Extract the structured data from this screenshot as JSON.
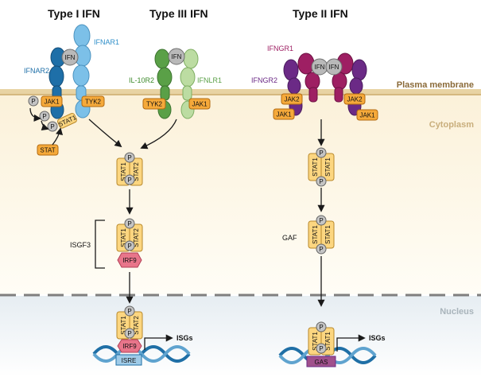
{
  "headers": {
    "type1": "Type I IFN",
    "type3": "Type III IFN",
    "type2": "Type II IFN"
  },
  "compartments": {
    "membrane": "Plasma membrane",
    "cytoplasm": "Cytoplasm",
    "nucleus": "Nucleus"
  },
  "receptors": {
    "ifnar1": "IFNAR1",
    "ifnar2": "IFNAR2",
    "il10r2": "IL-10R2",
    "ifnlr1": "IFNLR1",
    "ifngr1": "IFNGR1",
    "ifngr2": "IFNGR2"
  },
  "ligand": "IFN",
  "kinases": {
    "jak1": "JAK1",
    "jak2": "JAK2",
    "tyk2": "TYK2"
  },
  "proteins": {
    "stat": "STAT",
    "stat1": "STAT1",
    "stat2": "STAT2",
    "irf9": "IRF9"
  },
  "phospho": "P",
  "complexes": {
    "isgf3": "ISGF3",
    "gaf": "GAF"
  },
  "elements": {
    "isre": "ISRE",
    "gas": "GAS"
  },
  "output": "ISGs",
  "colors": {
    "ifnar1": "#7cc0e8",
    "ifnar2": "#1e6fa8",
    "il10r2": "#5aa047",
    "ifnlr1": "#bcdca2",
    "ifngr1": "#9e1f63",
    "ifngr2": "#6b2a86",
    "jak": "#f5a93a",
    "stat": "#fcd680",
    "irf9": "#e8758a",
    "ifn": "#b9b9b9",
    "membrane": "#e8d3a3",
    "dna": "#1f6fa6"
  }
}
